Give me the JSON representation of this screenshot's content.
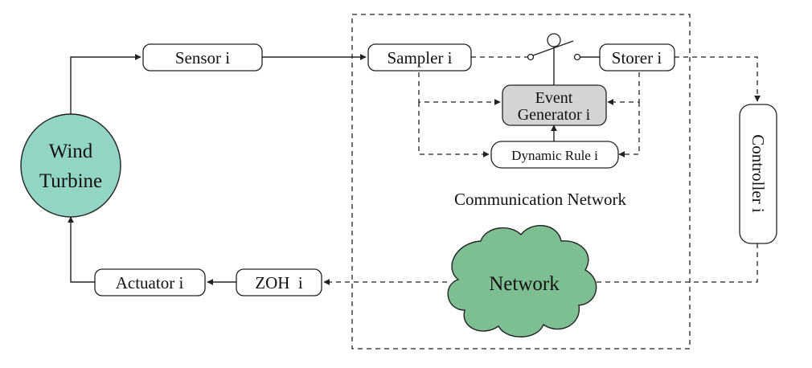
{
  "diagram": {
    "nodes": {
      "wind_turbine": {
        "line1": "Wind",
        "line2": "Turbine"
      },
      "sensor": "Sensor i",
      "sampler": "Sampler i",
      "storer": "Storer i",
      "event_generator": {
        "line1": "Event",
        "line2": "Generator i"
      },
      "dynamic_rule": "Dynamic Rule i",
      "controller": "Controller i",
      "network_cloud": "Network",
      "zoh": "ZOH  i",
      "actuator": "Actuator i"
    },
    "region_label": "Communication Network",
    "colors": {
      "turbine_fill": "#93d5c5",
      "event_generator_fill": "#d4d4d4",
      "cloud_fill": "#7dbf92",
      "line": "#222222"
    }
  }
}
